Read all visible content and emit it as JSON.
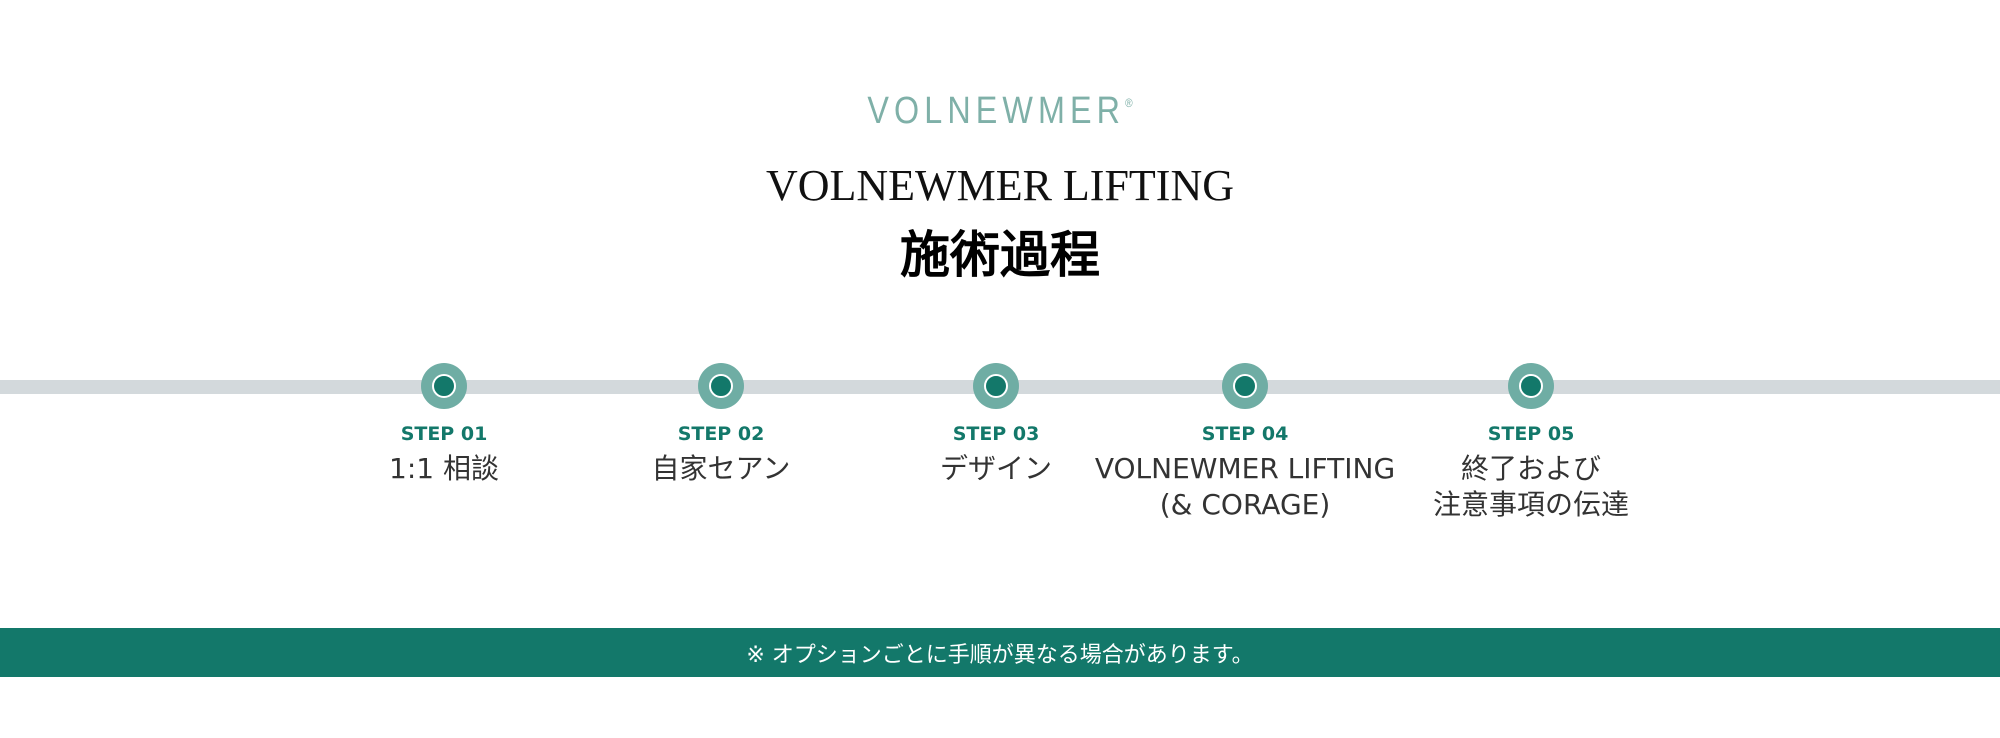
{
  "header": {
    "brand": "VOLNEWMER",
    "brand_mark": "®",
    "title_en": "VOLNEWMER LIFTING",
    "title_jp": "施術過程"
  },
  "steps": [
    {
      "number": "STEP 01",
      "label": "1:1 相談"
    },
    {
      "number": "STEP 02",
      "label": "自家セアン"
    },
    {
      "number": "STEP 03",
      "label": "デザイン"
    },
    {
      "number": "STEP 04",
      "label": "VOLNEWMER LIFTING\n(& CORAGE)"
    },
    {
      "number": "STEP 05",
      "label": "終了および\n注意事項の伝達"
    }
  ],
  "notice": {
    "text": "※ オプションごとに手順が異なる場合があります。"
  },
  "colors": {
    "brand": "#7fb0a8",
    "accent": "#13786a",
    "dot_outer": "#6fada4",
    "timeline": "#d3d9dc"
  }
}
